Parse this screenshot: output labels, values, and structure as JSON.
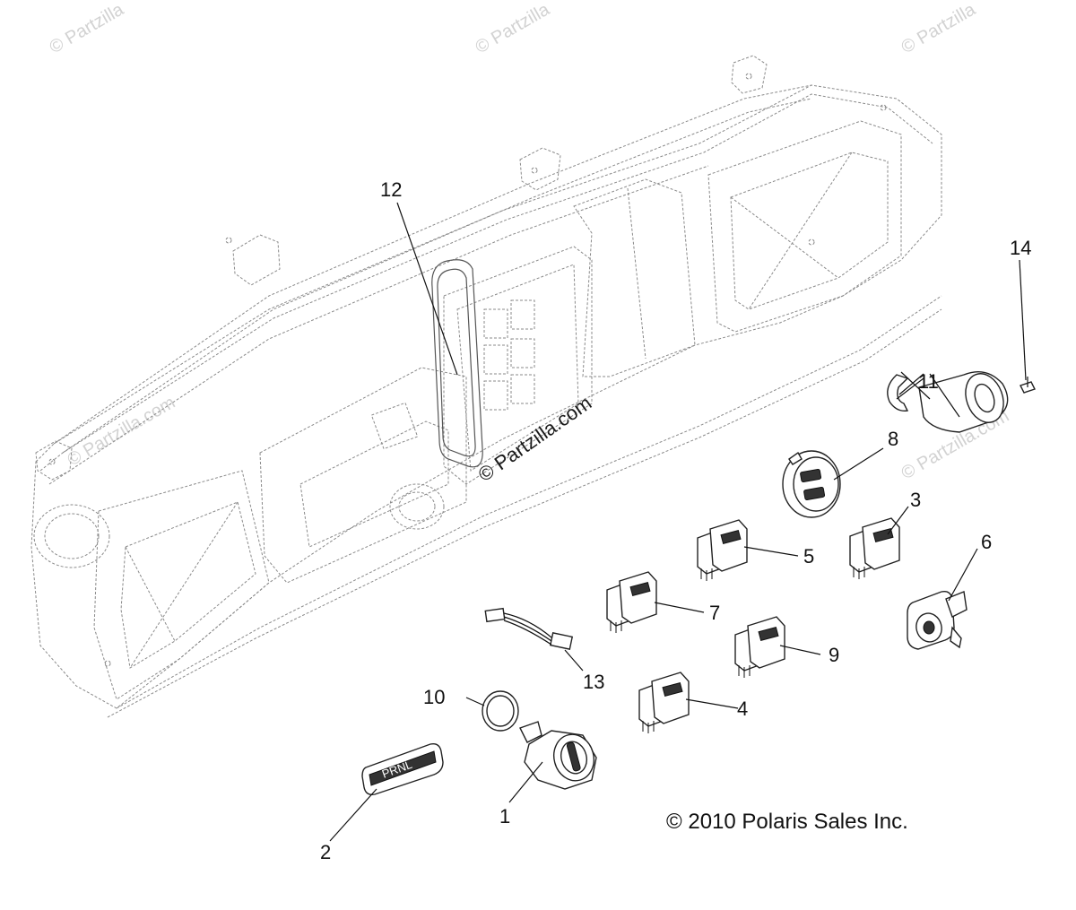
{
  "watermarks": {
    "corner_text": "© Partzilla",
    "edge_text": "© Partzilla.com",
    "center_text": "© Partzilla.com"
  },
  "copyright": "© 2010 Polaris Sales Inc.",
  "callouts": [
    "1",
    "2",
    "3",
    "4",
    "5",
    "6",
    "7",
    "8",
    "9",
    "10",
    "11",
    "12",
    "13",
    "14"
  ]
}
